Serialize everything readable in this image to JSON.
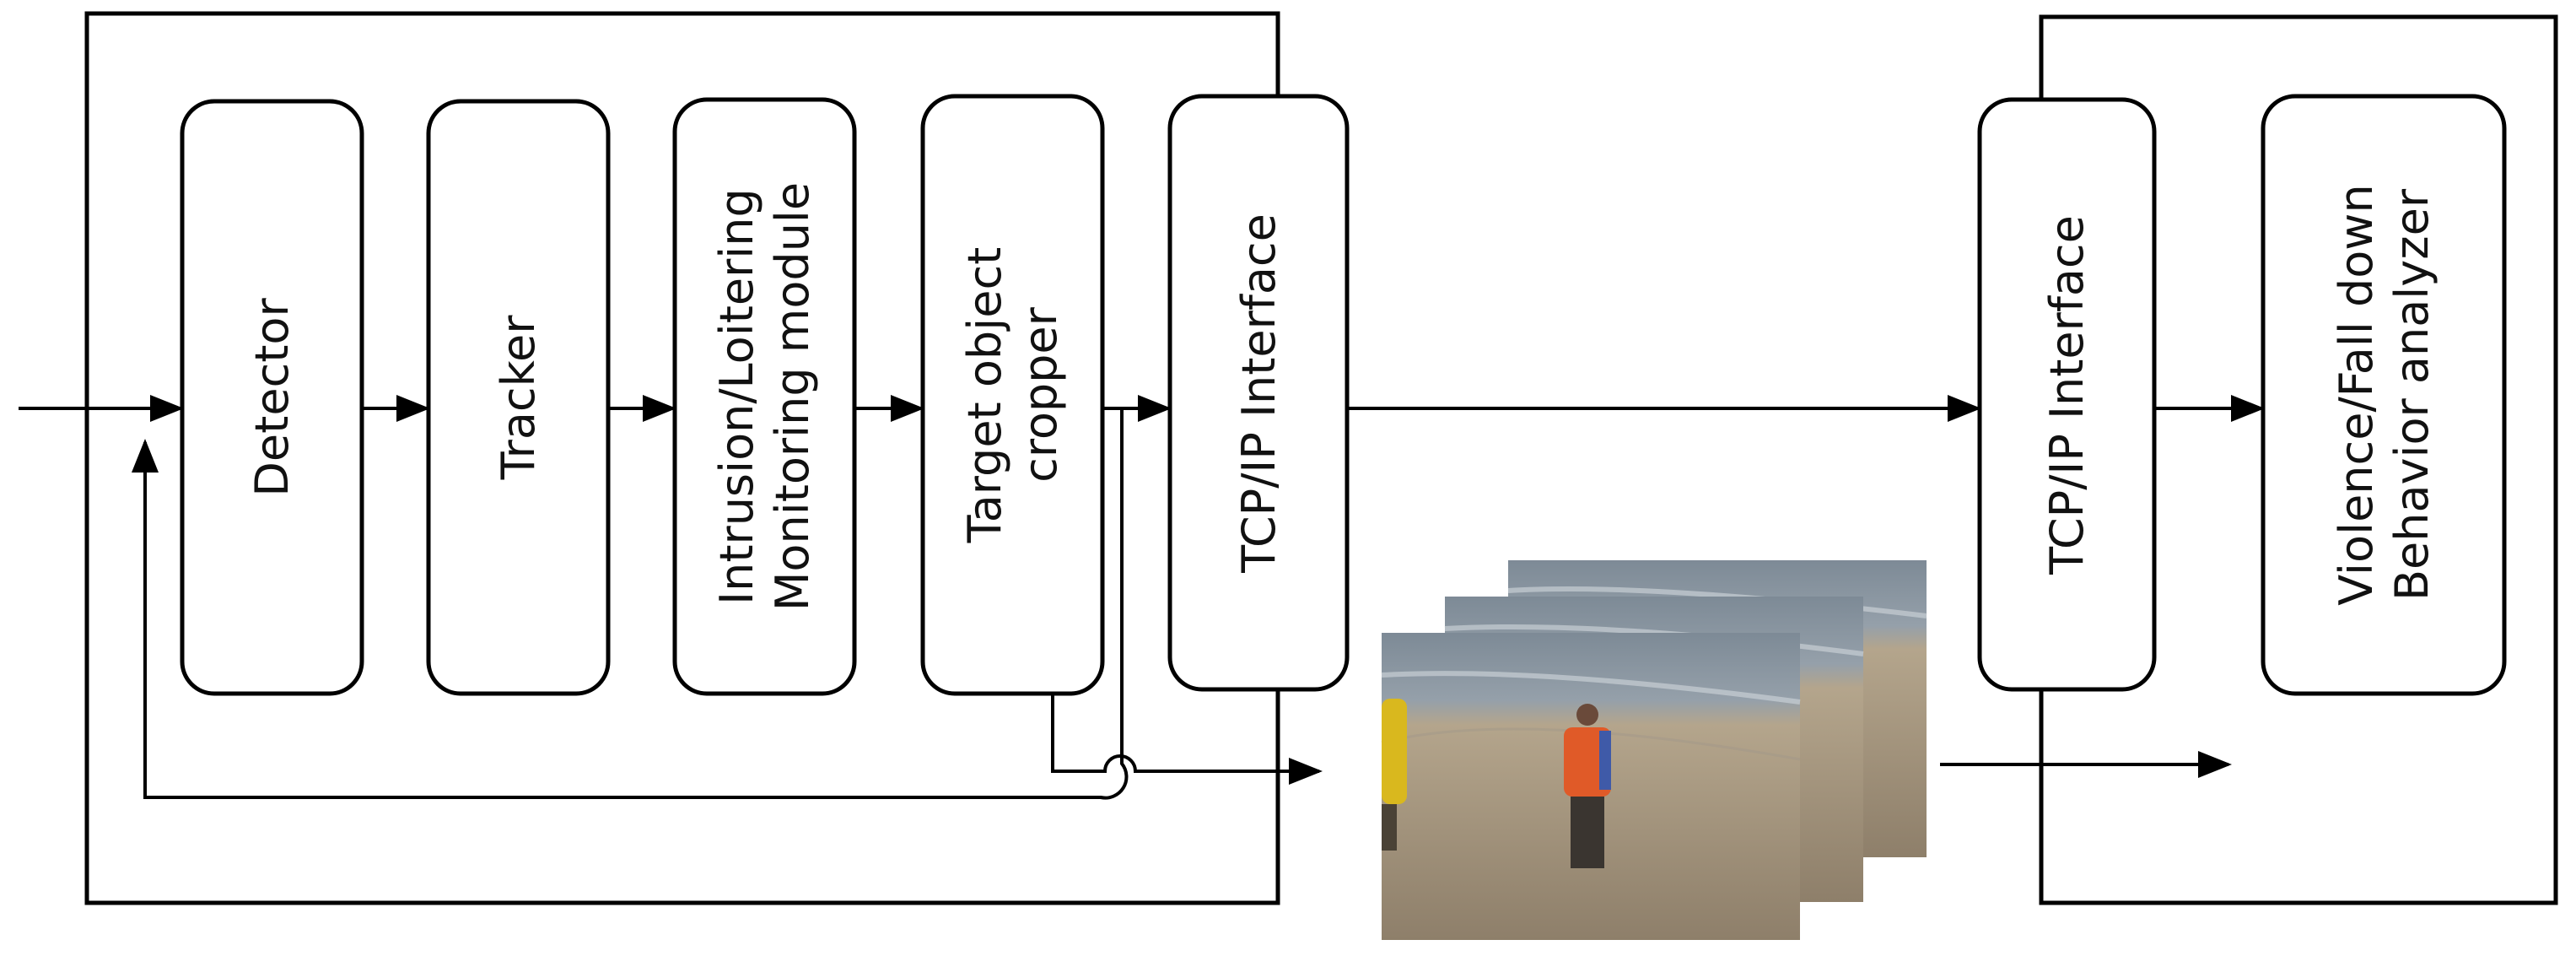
{
  "modules": {
    "detector": [
      "Detector"
    ],
    "tracker": [
      "Tracker"
    ],
    "monitor": [
      "Intrusion/Loitering",
      "Monitoring module"
    ],
    "cropper": [
      "Target object",
      "cropper"
    ],
    "tcp_left": [
      "TCP/IP Interface"
    ],
    "tcp_right": [
      "TCP/IP Interface"
    ],
    "analyzer": [
      "Violence/Fall down",
      "Behavior analyzer"
    ]
  },
  "colors": {
    "line": "#000000",
    "text": "#111111"
  }
}
